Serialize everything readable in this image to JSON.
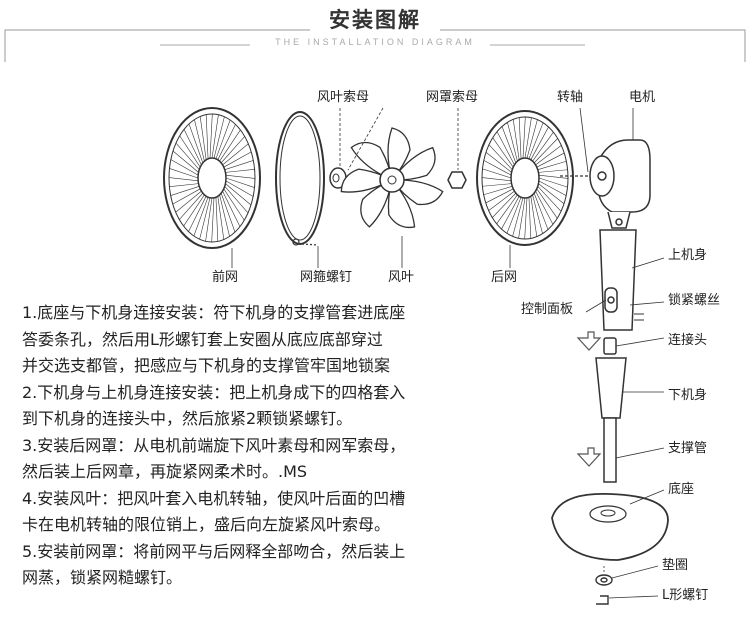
{
  "header": {
    "title": "安装图解",
    "subtitle": "THE INSTALLATION DIAGRAM"
  },
  "labels": {
    "front_grill": "前网",
    "blade_nut": "风叶索母",
    "grill_nut": "网罩索母",
    "shaft": "转轴",
    "motor": "电机",
    "grill_screw": "网箍螺钉",
    "blade": "风叶",
    "rear_grill": "后网",
    "upper_body": "上机身",
    "lock_screw": "锁紧螺丝",
    "control_panel": "控制面板",
    "connector": "连接头",
    "lower_body": "下机身",
    "support_tube": "支撑管",
    "base": "底座",
    "washer": "垫圈",
    "l_screw": "L形螺钉"
  },
  "instructions": [
    "1.底座与下机身连接安装：符下机身的支撑管套进底座",
    "答委条孔，然后用L形螺钉套上安圈从底应底部穿过",
    "并交选支都管，把感应与下机身的支撑管牢国地锁案",
    "2.下机身与上机身连接安装：把上机身成下的四格套入",
    "到下机身的连接头中，然后旅紧2颗锁紧螺钉。",
    " 3.安装后网罩：从电机前端旋下风叶素母和网军索母，",
    "然后装上后网章，再旋紧网柔术时。.MS",
    "4.安装风叶：把风叶套入电机转轴，使风叶后面的凹槽",
    "卡在电机转轴的限位销上，盛后向左旋紧风叶索母。",
    "5.安装前网罩：将前网平与后网释全部吻合，然后装上",
    "网蒸，锁紧网糙螺钉。"
  ]
}
